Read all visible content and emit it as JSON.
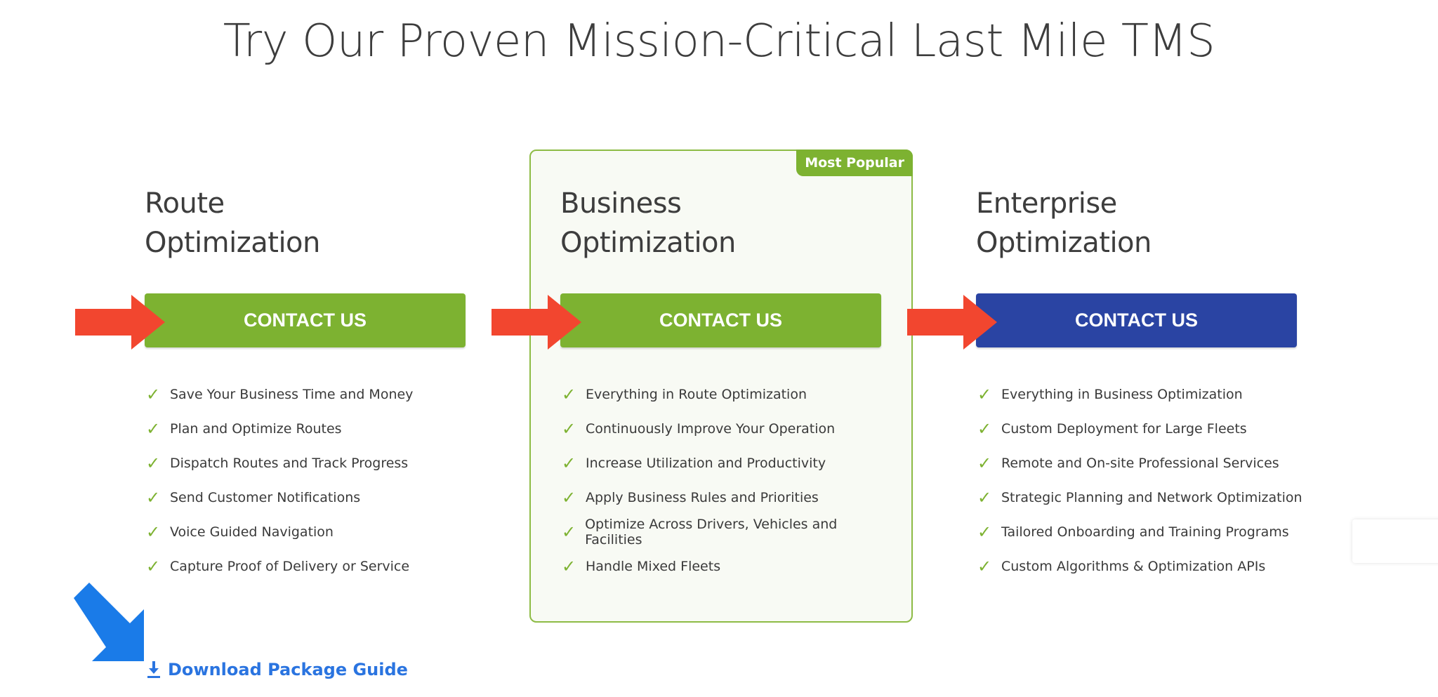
{
  "page_title": "Try Our Proven Mission-Critical Last Mile TMS",
  "badge": "Most Popular",
  "plans": [
    {
      "line1": "Route",
      "line2": "Optimization",
      "button": "CONTACT US",
      "features": [
        "Save Your Business Time and Money",
        "Plan and Optimize Routes",
        "Dispatch Routes and Track Progress",
        "Send Customer Notifications",
        "Voice Guided Navigation",
        "Capture Proof of Delivery or Service"
      ]
    },
    {
      "line1": "Business",
      "line2": "Optimization",
      "button": "CONTACT US",
      "features": [
        "Everything in Route Optimization",
        "Continuously Improve Your Operation",
        "Increase Utilization and Productivity",
        "Apply Business Rules and Priorities",
        "Optimize Across Drivers, Vehicles and Facilities",
        "Handle Mixed Fleets"
      ]
    },
    {
      "line1": "Enterprise",
      "line2": "Optimization",
      "button": "CONTACT US",
      "features": [
        "Everything in Business Optimization",
        "Custom Deployment for Large Fleets",
        "Remote and On-site Professional Services",
        "Strategic Planning and Network Optimization",
        "Tailored Onboarding and Training Programs",
        "Custom Algorithms & Optimization APIs"
      ]
    }
  ],
  "download_link": "Download Package Guide",
  "colors": {
    "green": "#7db231",
    "blue": "#2a44a3",
    "red_arrow": "#f2462f",
    "link": "#2a74e0"
  }
}
